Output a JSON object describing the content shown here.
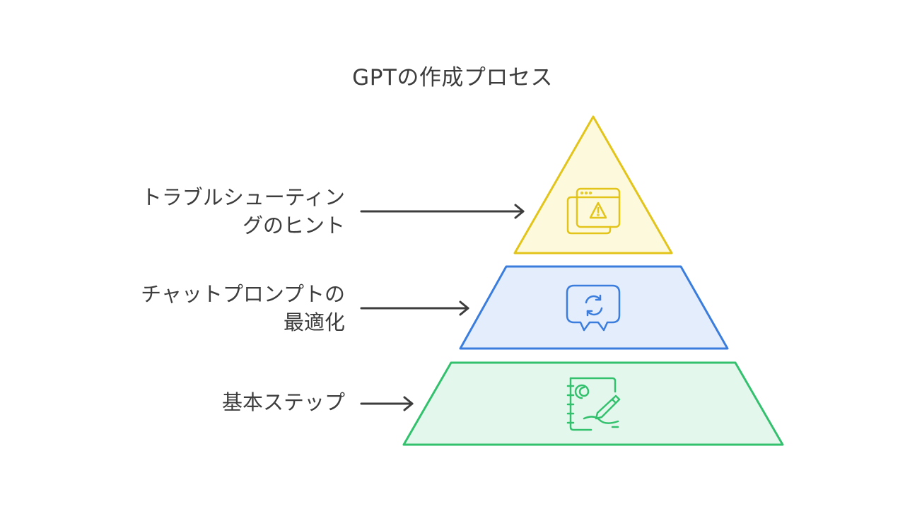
{
  "title": "GPTの作成プロセス",
  "levels": [
    {
      "label_lines": [
        "トラブルシューティン",
        "グのヒント"
      ],
      "icon": "browser-warning-icon",
      "fill": "#fdf9dc",
      "stroke": "#e2c41a"
    },
    {
      "label_lines": [
        "チャットプロンプトの",
        "最適化"
      ],
      "icon": "chat-refresh-icon",
      "fill": "#e4edfb",
      "stroke": "#3b7ddd"
    },
    {
      "label_lines": [
        "基本ステップ"
      ],
      "icon": "notebook-pen-icon",
      "fill": "#e4f7ed",
      "stroke": "#33c16e"
    }
  ],
  "arrow_color": "#3d3d3d"
}
